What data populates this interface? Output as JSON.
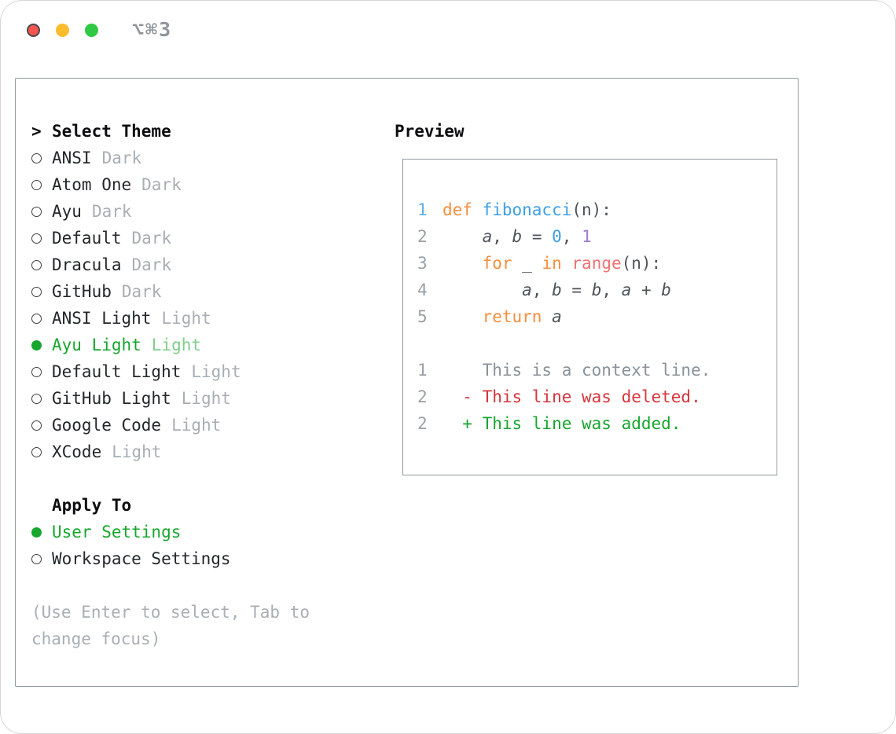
{
  "titlebar": {
    "shortcut": "⌥⌘3"
  },
  "theme_panel": {
    "header": {
      "prompt": ">",
      "label": "Select Theme"
    },
    "items": [
      {
        "name": "ANSI",
        "variant": "Dark",
        "selected": false
      },
      {
        "name": "Atom One",
        "variant": "Dark",
        "selected": false
      },
      {
        "name": "Ayu",
        "variant": "Dark",
        "selected": false
      },
      {
        "name": "Default",
        "variant": "Dark",
        "selected": false
      },
      {
        "name": "Dracula",
        "variant": "Dark",
        "selected": false
      },
      {
        "name": "GitHub",
        "variant": "Dark",
        "selected": false
      },
      {
        "name": "ANSI Light",
        "variant": "Light",
        "selected": false
      },
      {
        "name": "Ayu Light",
        "variant": "Light",
        "selected": true
      },
      {
        "name": "Default Light",
        "variant": "Light",
        "selected": false
      },
      {
        "name": "GitHub Light",
        "variant": "Light",
        "selected": false
      },
      {
        "name": "Google Code",
        "variant": "Light",
        "selected": false
      },
      {
        "name": "XCode",
        "variant": "Light",
        "selected": false
      }
    ],
    "apply_to": {
      "label": "Apply To",
      "options": [
        {
          "name": "User Settings",
          "selected": true
        },
        {
          "name": "Workspace Settings",
          "selected": false
        }
      ]
    },
    "hint": "(Use Enter to select, Tab to change focus)"
  },
  "preview": {
    "label": "Preview",
    "code_lines": [
      {
        "num": "1",
        "num_style": "blue",
        "tokens": [
          {
            "t": "def ",
            "c": "kw"
          },
          {
            "t": "fibonacci",
            "c": "fn"
          },
          {
            "t": "(n):",
            "c": "plain"
          }
        ]
      },
      {
        "num": "2",
        "tokens": [
          {
            "t": "    ",
            "c": "plain"
          },
          {
            "t": "a",
            "c": "ident"
          },
          {
            "t": ", ",
            "c": "plain"
          },
          {
            "t": "b",
            "c": "ident"
          },
          {
            "t": " = ",
            "c": "plain"
          },
          {
            "t": "0",
            "c": "num-blue"
          },
          {
            "t": ", ",
            "c": "plain"
          },
          {
            "t": "1",
            "c": "num-purple"
          }
        ]
      },
      {
        "num": "3",
        "tokens": [
          {
            "t": "    ",
            "c": "plain"
          },
          {
            "t": "for",
            "c": "kw"
          },
          {
            "t": " _ ",
            "c": "plain"
          },
          {
            "t": "in",
            "c": "kw"
          },
          {
            "t": " ",
            "c": "plain"
          },
          {
            "t": "range",
            "c": "call"
          },
          {
            "t": "(n):",
            "c": "plain"
          }
        ]
      },
      {
        "num": "4",
        "tokens": [
          {
            "t": "        ",
            "c": "plain"
          },
          {
            "t": "a",
            "c": "ident"
          },
          {
            "t": ", ",
            "c": "plain"
          },
          {
            "t": "b",
            "c": "ident"
          },
          {
            "t": " = ",
            "c": "plain"
          },
          {
            "t": "b",
            "c": "ident"
          },
          {
            "t": ", ",
            "c": "plain"
          },
          {
            "t": "a",
            "c": "ident"
          },
          {
            "t": " + ",
            "c": "plain"
          },
          {
            "t": "b",
            "c": "ident"
          }
        ]
      },
      {
        "num": "5",
        "tokens": [
          {
            "t": "    ",
            "c": "plain"
          },
          {
            "t": "return",
            "c": "kw"
          },
          {
            "t": " ",
            "c": "plain"
          },
          {
            "t": "a",
            "c": "ident"
          }
        ]
      }
    ],
    "diff_lines": [
      {
        "num": "1",
        "kind": "context",
        "text": "    This is a context line."
      },
      {
        "num": "2",
        "kind": "deleted",
        "text": "  - This line was deleted."
      },
      {
        "num": "2",
        "kind": "added",
        "text": "  + This line was added."
      }
    ]
  },
  "colors": {
    "accent_green": "#17a62e",
    "accent_green_light": "#7fcf8b",
    "keyword": "#f98d3d",
    "function": "#3d9fe8",
    "call": "#f07171",
    "number_blue": "#3d9fe8",
    "number_purple": "#a37acc",
    "code_plain": "#4d5359",
    "line_number": "#9aa0a6",
    "line_number_blue": "#5fb0ea",
    "diff_context": "#8a9199",
    "diff_deleted": "#d5363b",
    "diff_added": "#17a62e",
    "muted_text": "#a9aeb4",
    "traffic_red": "#f5554d",
    "traffic_yellow": "#fdbc2e",
    "traffic_green": "#2fc944",
    "panel_border": "#8f99a1"
  }
}
